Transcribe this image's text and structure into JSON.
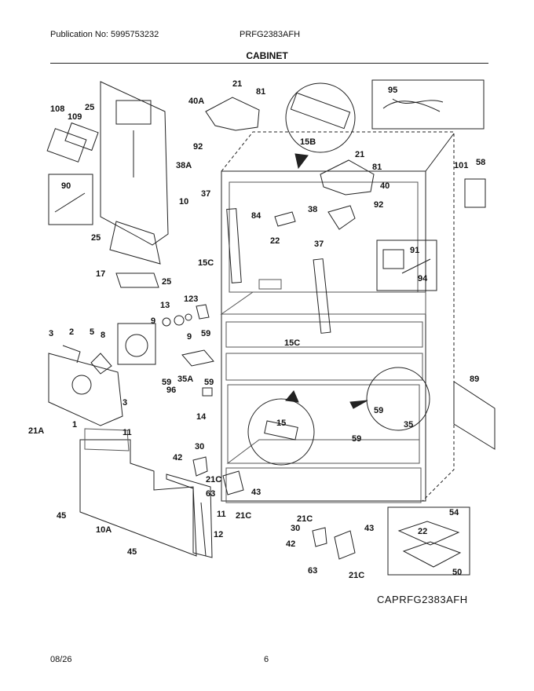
{
  "header": {
    "publication": "Publication No: 5995753232",
    "model": "PRFG2383AFH"
  },
  "section_title": "CABINET",
  "parts": [
    {
      "id": "p108",
      "label": "108"
    },
    {
      "id": "p109",
      "label": "109"
    },
    {
      "id": "p25a",
      "label": "25"
    },
    {
      "id": "p10",
      "label": "10"
    },
    {
      "id": "p90",
      "label": "90"
    },
    {
      "id": "p25b",
      "label": "25"
    },
    {
      "id": "p17",
      "label": "17"
    },
    {
      "id": "p25c",
      "label": "25"
    },
    {
      "id": "p21a",
      "label": "21"
    },
    {
      "id": "p81a",
      "label": "81"
    },
    {
      "id": "p40A",
      "label": "40A"
    },
    {
      "id": "p92a",
      "label": "92"
    },
    {
      "id": "p38A",
      "label": "38A"
    },
    {
      "id": "p37a",
      "label": "37"
    },
    {
      "id": "p15B",
      "label": "15B"
    },
    {
      "id": "p95",
      "label": "95"
    },
    {
      "id": "p101",
      "label": "101"
    },
    {
      "id": "p58",
      "label": "58"
    },
    {
      "id": "p21b",
      "label": "21"
    },
    {
      "id": "p81b",
      "label": "81"
    },
    {
      "id": "p40",
      "label": "40"
    },
    {
      "id": "p38",
      "label": "38"
    },
    {
      "id": "p92b",
      "label": "92"
    },
    {
      "id": "p84",
      "label": "84"
    },
    {
      "id": "p22a",
      "label": "22"
    },
    {
      "id": "p15Ca",
      "label": "15C"
    },
    {
      "id": "p37b",
      "label": "37"
    },
    {
      "id": "p91",
      "label": "91"
    },
    {
      "id": "p94",
      "label": "94"
    },
    {
      "id": "p13",
      "label": "13"
    },
    {
      "id": "p123",
      "label": "123"
    },
    {
      "id": "p9a",
      "label": "9"
    },
    {
      "id": "p9b",
      "label": "9"
    },
    {
      "id": "p59a",
      "label": "59"
    },
    {
      "id": "p15Cb",
      "label": "15C"
    },
    {
      "id": "p3a",
      "label": "3"
    },
    {
      "id": "p2",
      "label": "2"
    },
    {
      "id": "p5",
      "label": "5"
    },
    {
      "id": "p8",
      "label": "8"
    },
    {
      "id": "p96",
      "label": "96"
    },
    {
      "id": "p59b",
      "label": "59"
    },
    {
      "id": "p35A",
      "label": "35A"
    },
    {
      "id": "p59c",
      "label": "59"
    },
    {
      "id": "p89",
      "label": "89"
    },
    {
      "id": "p3b",
      "label": "3"
    },
    {
      "id": "p21A",
      "label": "21A"
    },
    {
      "id": "p1",
      "label": "1"
    },
    {
      "id": "p14",
      "label": "14"
    },
    {
      "id": "p59d",
      "label": "59"
    },
    {
      "id": "p35",
      "label": "35"
    },
    {
      "id": "p15",
      "label": "15"
    },
    {
      "id": "p59e",
      "label": "59"
    },
    {
      "id": "p11a",
      "label": "11"
    },
    {
      "id": "p30a",
      "label": "30"
    },
    {
      "id": "p42a",
      "label": "42"
    },
    {
      "id": "p21Ca",
      "label": "21C"
    },
    {
      "id": "p63a",
      "label": "63"
    },
    {
      "id": "p43a",
      "label": "43"
    },
    {
      "id": "p11b",
      "label": "11"
    },
    {
      "id": "p21Cb",
      "label": "21C"
    },
    {
      "id": "p45a",
      "label": "45"
    },
    {
      "id": "p10A",
      "label": "10A"
    },
    {
      "id": "p12",
      "label": "12"
    },
    {
      "id": "p45b",
      "label": "45"
    },
    {
      "id": "p21Cc",
      "label": "21C"
    },
    {
      "id": "p30b",
      "label": "30"
    },
    {
      "id": "p42b",
      "label": "42"
    },
    {
      "id": "p43b",
      "label": "43"
    },
    {
      "id": "p63b",
      "label": "63"
    },
    {
      "id": "p21Cd",
      "label": "21C"
    },
    {
      "id": "p54",
      "label": "54"
    },
    {
      "id": "p22b",
      "label": "22"
    },
    {
      "id": "p50",
      "label": "50"
    }
  ],
  "diagram_code": "CAPRFG2383AFH",
  "footer": {
    "date": "08/26",
    "page": "6"
  }
}
